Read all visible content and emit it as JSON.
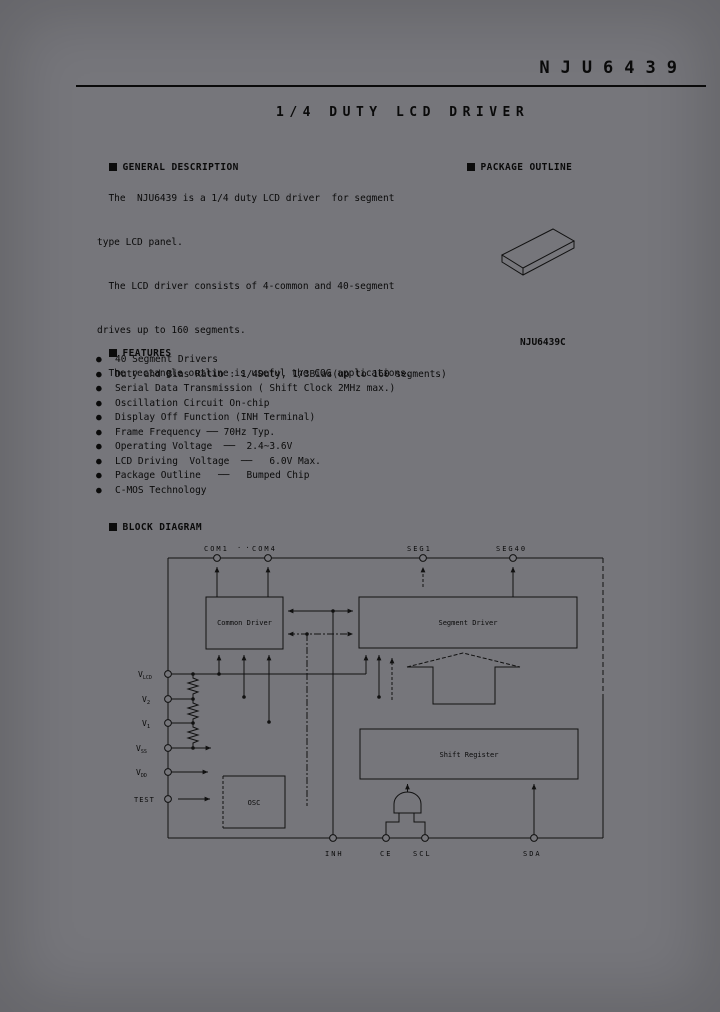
{
  "header": {
    "part_number": "NJU6439",
    "title": "1/4 DUTY LCD DRIVER"
  },
  "general_description": {
    "heading": "GENERAL DESCRIPTION",
    "lines": [
      "  The  NJU6439 is a 1/4 duty LCD driver  for segment",
      "type LCD panel.",
      "  The LCD driver consists of 4-common and 40-segment",
      "drives up to 160 segments.",
      "  The rectangle outline is useful the COG applications."
    ]
  },
  "package_outline": {
    "heading": "PACKAGE OUTLINE"
  },
  "features": {
    "heading": "FEATURES",
    "chip_name": "NJU6439C",
    "items": [
      "40 Segment Drivers",
      "Duty and Bias Ratio : 1/4Duty, 1/3Bias(up to 160 segments)",
      "Serial Data Transmission ( Shift Clock 2MHz max.)",
      "Oscillation Circuit On-chip",
      "Display Off Function (INH Terminal)",
      "Frame Frequency ── 70Hz Typ.",
      "Operating Voltage  ──  2.4~3.6V",
      "LCD Driving  Voltage  ──   6.0V Max.",
      "Package Outline   ──   Bumped Chip",
      "C-MOS Technology"
    ]
  },
  "block_diagram": {
    "heading": "BLOCK DIAGRAM",
    "blocks": {
      "common_driver": "Common Driver",
      "segment_driver": "Segment Driver",
      "shift_register": "Shift Register",
      "osc": "OSC"
    },
    "terminals": {
      "com1": "COM1",
      "com_dots": "· ·",
      "com4": "COM4",
      "seg1": "SEG1",
      "seg40": "SEG40",
      "vlcd_main": "V",
      "vlcd_sub": "LCD",
      "v2_main": "V",
      "v2_sub": "2",
      "v1_main": "V",
      "v1_sub": "1",
      "vss_main": "V",
      "vss_sub": "SS",
      "vdd_main": "V",
      "vdd_sub": "DD",
      "test": "TEST",
      "inh": "INH",
      "ce": "CE",
      "scl": "SCL",
      "sda": "SDA"
    },
    "colors": {
      "line": "#111111",
      "background": "#76767b"
    }
  }
}
